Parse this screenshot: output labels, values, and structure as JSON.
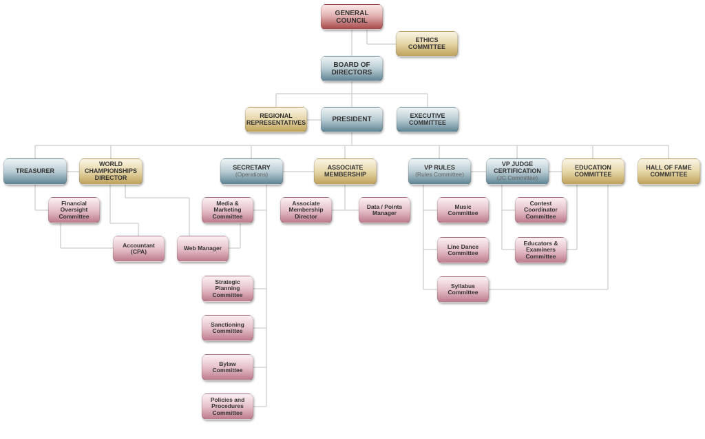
{
  "nodes": [
    {
      "id": "general-council",
      "lines": [
        "GENERAL",
        "COUNCIL"
      ],
      "color": "red"
    },
    {
      "id": "ethics-committee",
      "lines": [
        "ETHICS",
        "COMMITTEE"
      ],
      "color": "gold"
    },
    {
      "id": "board-of-directors",
      "lines": [
        "BOARD OF",
        "DIRECTORS"
      ],
      "color": "blue"
    },
    {
      "id": "regional-representatives",
      "lines": [
        "REGIONAL",
        "REPRESENTATIVES"
      ],
      "color": "gold"
    },
    {
      "id": "president",
      "lines": [
        "PRESIDENT"
      ],
      "color": "blue"
    },
    {
      "id": "executive-committee",
      "lines": [
        "EXECUTIVE",
        "COMMITTEE"
      ],
      "color": "blue"
    },
    {
      "id": "treasurer",
      "lines": [
        "TREASURER"
      ],
      "color": "blue"
    },
    {
      "id": "world-championships-director",
      "lines": [
        "WORLD",
        "CHAMPIONSHIPS",
        "DIRECTOR"
      ],
      "color": "gold"
    },
    {
      "id": "secretary",
      "lines": [
        "SECRETARY"
      ],
      "sub": "(Operations)",
      "color": "blue"
    },
    {
      "id": "associate-membership",
      "lines": [
        "ASSOCIATE",
        "MEMBERSHIP"
      ],
      "color": "gold"
    },
    {
      "id": "vp-rules",
      "lines": [
        "VP RULES"
      ],
      "sub": "(Rules Committee)",
      "color": "blue"
    },
    {
      "id": "vp-judge-certification",
      "lines": [
        "VP JUDGE",
        "CERTIFICATION"
      ],
      "sub": "(JC Committee)",
      "color": "blue"
    },
    {
      "id": "education-committee",
      "lines": [
        "EDUCATION",
        "COMMITTEE"
      ],
      "color": "gold"
    },
    {
      "id": "hall-of-fame-committee",
      "lines": [
        "HALL OF FAME",
        "COMMITTEE"
      ],
      "color": "gold"
    },
    {
      "id": "financial-oversight-committee",
      "lines": [
        "Financial",
        "Oversight",
        "Committee"
      ],
      "color": "pink"
    },
    {
      "id": "accountant",
      "lines": [
        "Accountant",
        "(CPA)"
      ],
      "color": "pink"
    },
    {
      "id": "media-marketing-committee",
      "lines": [
        "Media &",
        "Marketing",
        "Committee"
      ],
      "color": "pink"
    },
    {
      "id": "web-manager",
      "lines": [
        "Web Manager"
      ],
      "color": "pink"
    },
    {
      "id": "strategic-planning-committee",
      "lines": [
        "Strategic",
        "Planning",
        "Committee"
      ],
      "color": "pink"
    },
    {
      "id": "sanctioning-committee",
      "lines": [
        "Sanctioning",
        "Committee"
      ],
      "color": "pink"
    },
    {
      "id": "bylaw-committee",
      "lines": [
        "Bylaw",
        "Committee"
      ],
      "color": "pink"
    },
    {
      "id": "policies-procedures-committee",
      "lines": [
        "Policies and",
        "Procedures",
        "Committee"
      ],
      "color": "pink"
    },
    {
      "id": "associate-membership-director",
      "lines": [
        "Associate",
        "Membership",
        "Director"
      ],
      "color": "pink"
    },
    {
      "id": "data-points-manager",
      "lines": [
        "Data / Points",
        "Manager"
      ],
      "color": "pink"
    },
    {
      "id": "music-committee",
      "lines": [
        "Music",
        "Committee"
      ],
      "color": "pink"
    },
    {
      "id": "line-dance-committee",
      "lines": [
        "Line Dance",
        "Committee"
      ],
      "color": "pink"
    },
    {
      "id": "syllabus-committee",
      "lines": [
        "Syllabus",
        "Committee"
      ],
      "color": "pink"
    },
    {
      "id": "contest-coordinator-committee",
      "lines": [
        "Contest",
        "Coordinator",
        "Committee"
      ],
      "color": "pink"
    },
    {
      "id": "educators-examiners-committee",
      "lines": [
        "Educators &",
        "Examiners",
        "Committee"
      ],
      "color": "pink"
    }
  ],
  "line_color": "#cccccc"
}
